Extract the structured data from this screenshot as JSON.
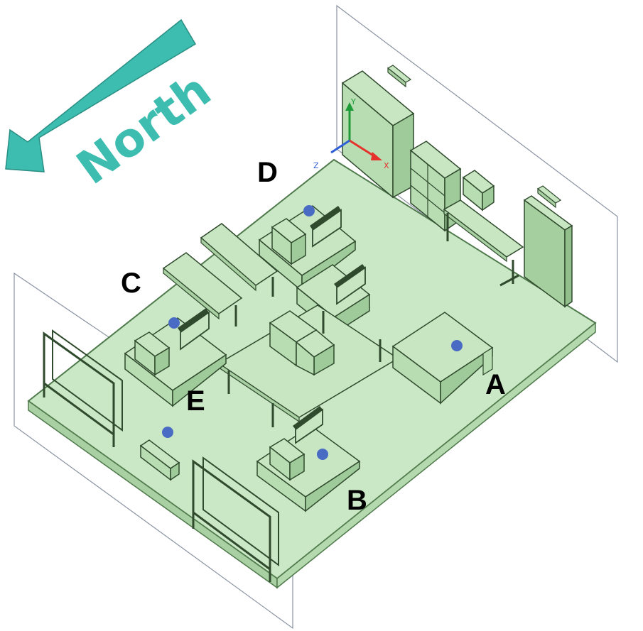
{
  "north_arrow": {
    "label": "North",
    "icon": "arrow-left-down-icon",
    "color": "#3dbdaf",
    "text_color": "#3dbdaf",
    "text_outline": "#ffffff"
  },
  "zones": [
    {
      "id": "A",
      "label": "A"
    },
    {
      "id": "B",
      "label": "B"
    },
    {
      "id": "C",
      "label": "C"
    },
    {
      "id": "D",
      "label": "D"
    },
    {
      "id": "E",
      "label": "E"
    }
  ],
  "axes": {
    "x": "X",
    "y": "Y",
    "z": "Z"
  },
  "colors": {
    "floor": "#cbe8c6",
    "floor_edge": "#4f7a4c",
    "furniture_top": "#c8e6c2",
    "furniture_side": "#a9d0a3",
    "edge": "#2f4a2d",
    "wall_plane": "#8a93a3",
    "sensor_dot": "#4a6bc4",
    "axis_x": "#e5322d",
    "axis_y": "#1f9a38",
    "axis_z": "#2f5fd6"
  }
}
